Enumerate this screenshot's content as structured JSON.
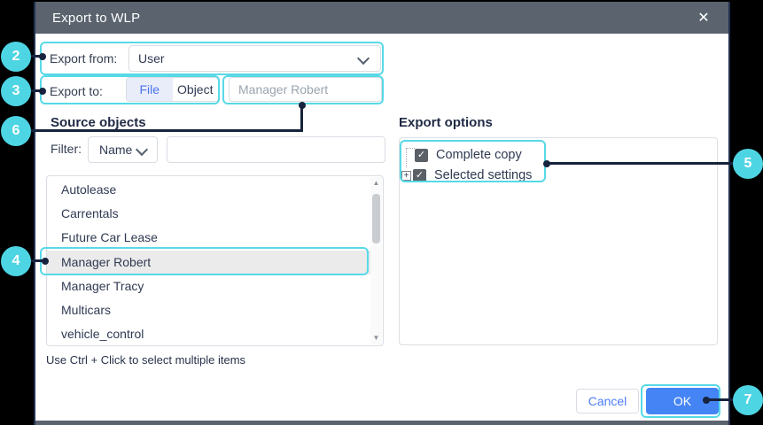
{
  "window": {
    "title": "Export to WLP",
    "close_icon": "✕"
  },
  "export_from": {
    "label": "Export from:",
    "value": "User"
  },
  "export_to": {
    "label": "Export to:",
    "file_option": "File",
    "object_option": "Object",
    "selected_option": "File",
    "name_placeholder": "Manager Robert"
  },
  "source_objects": {
    "heading": "Source objects",
    "filter_label": "Filter:",
    "filter_field": "Name",
    "filter_value": "",
    "items": [
      "Autolease",
      "Carrentals",
      "Future Car Lease",
      "Manager Robert",
      "Manager Tracy",
      "Multicars",
      "vehicle_control"
    ],
    "selected_item": "Manager Robert",
    "hint": "Use Ctrl + Click to select multiple items",
    "scroll_up_glyph": "▲",
    "scroll_down_glyph": "▼"
  },
  "export_options": {
    "heading": "Export options",
    "check_glyph": "✓",
    "expand_glyph": "+",
    "options": [
      {
        "label": "Complete copy",
        "checked": true
      },
      {
        "label": "Selected settings",
        "checked": true,
        "expandable": true
      }
    ]
  },
  "footer": {
    "cancel": "Cancel",
    "ok": "OK"
  },
  "callouts": {
    "badges": [
      "2",
      "3",
      "6",
      "4",
      "5",
      "7"
    ]
  },
  "colors": {
    "accent_cyan": "#4ed5e4",
    "connector_navy": "#17233d",
    "header_slate": "#5a636e",
    "primary_blue": "#4584f4",
    "link_blue": "#4d7ef5",
    "selected_segment_bg": "#e9edf9",
    "selected_row_bg": "#ebebeb"
  }
}
